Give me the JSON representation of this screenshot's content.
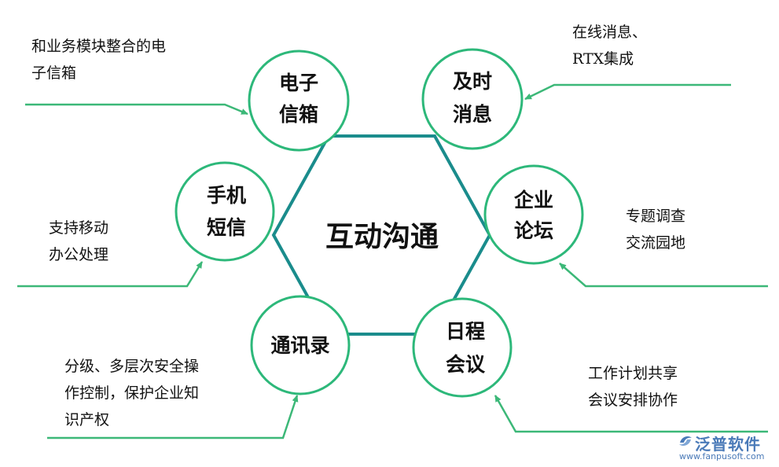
{
  "center": {
    "label": "互动沟通"
  },
  "nodes": [
    {
      "id": "email",
      "line1": "电子",
      "line2": "信箱"
    },
    {
      "id": "instant",
      "line1": "及时",
      "line2": "消息"
    },
    {
      "id": "forum",
      "line1": "企业",
      "line2": "论坛"
    },
    {
      "id": "calendar",
      "line1": "日程",
      "line2": "会议"
    },
    {
      "id": "contacts",
      "line1": "通讯录",
      "line2": ""
    },
    {
      "id": "sms",
      "line1": "手机",
      "line2": "短信"
    }
  ],
  "descriptions": {
    "email": "和业务模块整合的电\n子信箱",
    "instant": "在线消息、\nRTX集成",
    "forum": "专题调查\n交流园地",
    "calendar": "工作计划共享\n会议安排协作",
    "contacts": "分级、多层次安全操\n作控制，保护企业知\n识产权",
    "sms": "支持移动\n办公处理"
  },
  "logo": {
    "name": "泛普软件",
    "url": "www.fanpusoft.com"
  },
  "colors": {
    "circle_stroke": "#2db87a",
    "hexagon_stroke": "#1a8c8c",
    "connector": "#3cb878",
    "text": "#111111"
  }
}
